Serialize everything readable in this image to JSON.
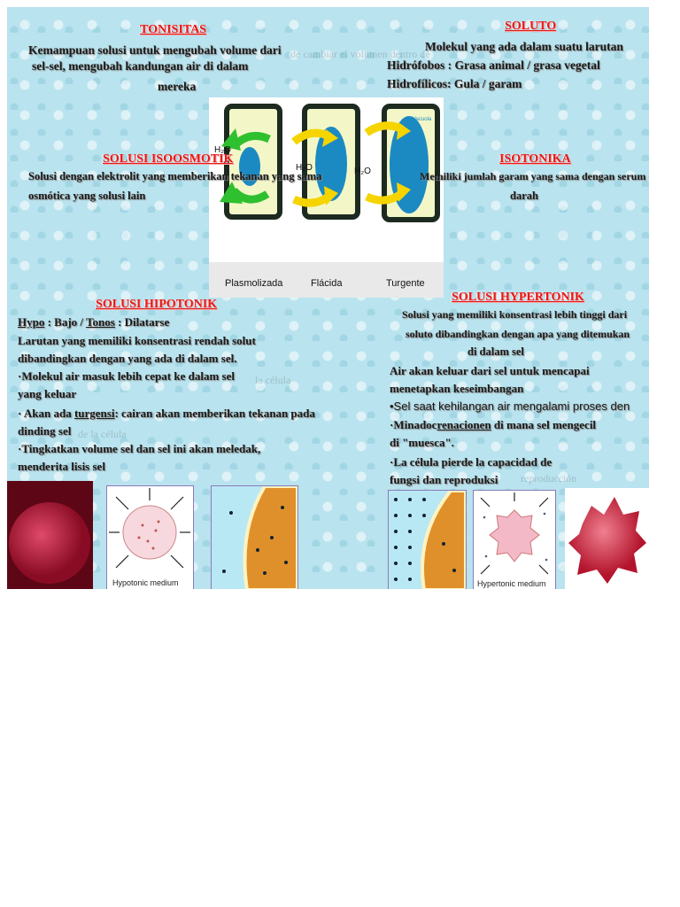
{
  "tonisitas": {
    "title": "TONISITAS",
    "body_line1": "Kemampuan solusi untuk mengubah volume dari",
    "body_line2": "sel-sel, mengubah kandungan air di dalam",
    "body_line3": "mereka"
  },
  "soluto": {
    "title": "SOLUTO",
    "line1": "Molekul yang ada dalam suatu larutan",
    "line2": "Hidrófobos : Grasa animal / grasa vegetal",
    "line3": "Hidrofílicos: Gula / garam"
  },
  "isoosmotik": {
    "title": "SOLUSI ISOOSMOTIK",
    "line1": "Solusi dengan elektrolit yang memberikan tekanan yang sama",
    "line2": "osmótica yang solusi lain"
  },
  "isotonika": {
    "title": "ISOTONIKA",
    "line1": "Memiliki jumlah garam yang sama dengan serum dari",
    "line2": "darah"
  },
  "diagram": {
    "label_plasmolizada": "Plasmolizada",
    "label_flacida": "Flácida",
    "label_turgente": "Turgente",
    "label_h2o": "H₂O",
    "label_vacuola": "Vacuola"
  },
  "hipotonik": {
    "title": "SOLUSI HIPOTONIK",
    "hypo": "Hypo",
    "bajo": " : Bajo / ",
    "tonos": "Tonos",
    "dilatarse": " : Dilatarse",
    "line2": "Larutan yang memiliki konsentrasi rendah solut",
    "line3": "dibandingkan dengan yang ada di dalam sel.",
    "line4": "·Molekul air masuk lebih cepat ke dalam sel",
    "line5": "yang keluar",
    "line6a": "· Akan ada ",
    "line6b": "turgensi",
    "line6c": ": cairan akan memberikan tekanan pada",
    "line7": "dinding sel",
    "line8": "·Tingkatkan volume sel dan sel ini akan meledak,",
    "line9": "menderita lisis sel"
  },
  "hipertonik": {
    "title": "SOLUSI HYPERTONIK",
    "line1": "Solusi yang memiliki konsentrasi lebih tinggi dari",
    "line2": "soluto dibandingkan dengan apa yang ditemukan",
    "line3": "di dalam sel",
    "line4": "Air akan keluar dari sel untuk mencapai",
    "line5": "menetapkan keseimbangan",
    "line6": "•Sel saat kehilangan air mengalami proses den",
    "line7a": "·Minadoc",
    "line7b": "renacionen",
    "line7c": " di mana sel mengecil",
    "line8": "di \"muesca\".",
    "line9": "·La célula pierde la capacidad de",
    "line10": "fungsi dan reproduksi"
  },
  "images": {
    "hypotonic_medium": "Hypotonic medium",
    "hypertonic_medium": "Hypertonic medium"
  },
  "colors": {
    "heading_red": "#e31b1b",
    "background_blue": "#b9e3ee",
    "arrow_green": "#2fc02f",
    "arrow_yellow": "#f5d400",
    "vacuole_blue": "#1c8ac2",
    "cell_orange": "#e0902a"
  }
}
